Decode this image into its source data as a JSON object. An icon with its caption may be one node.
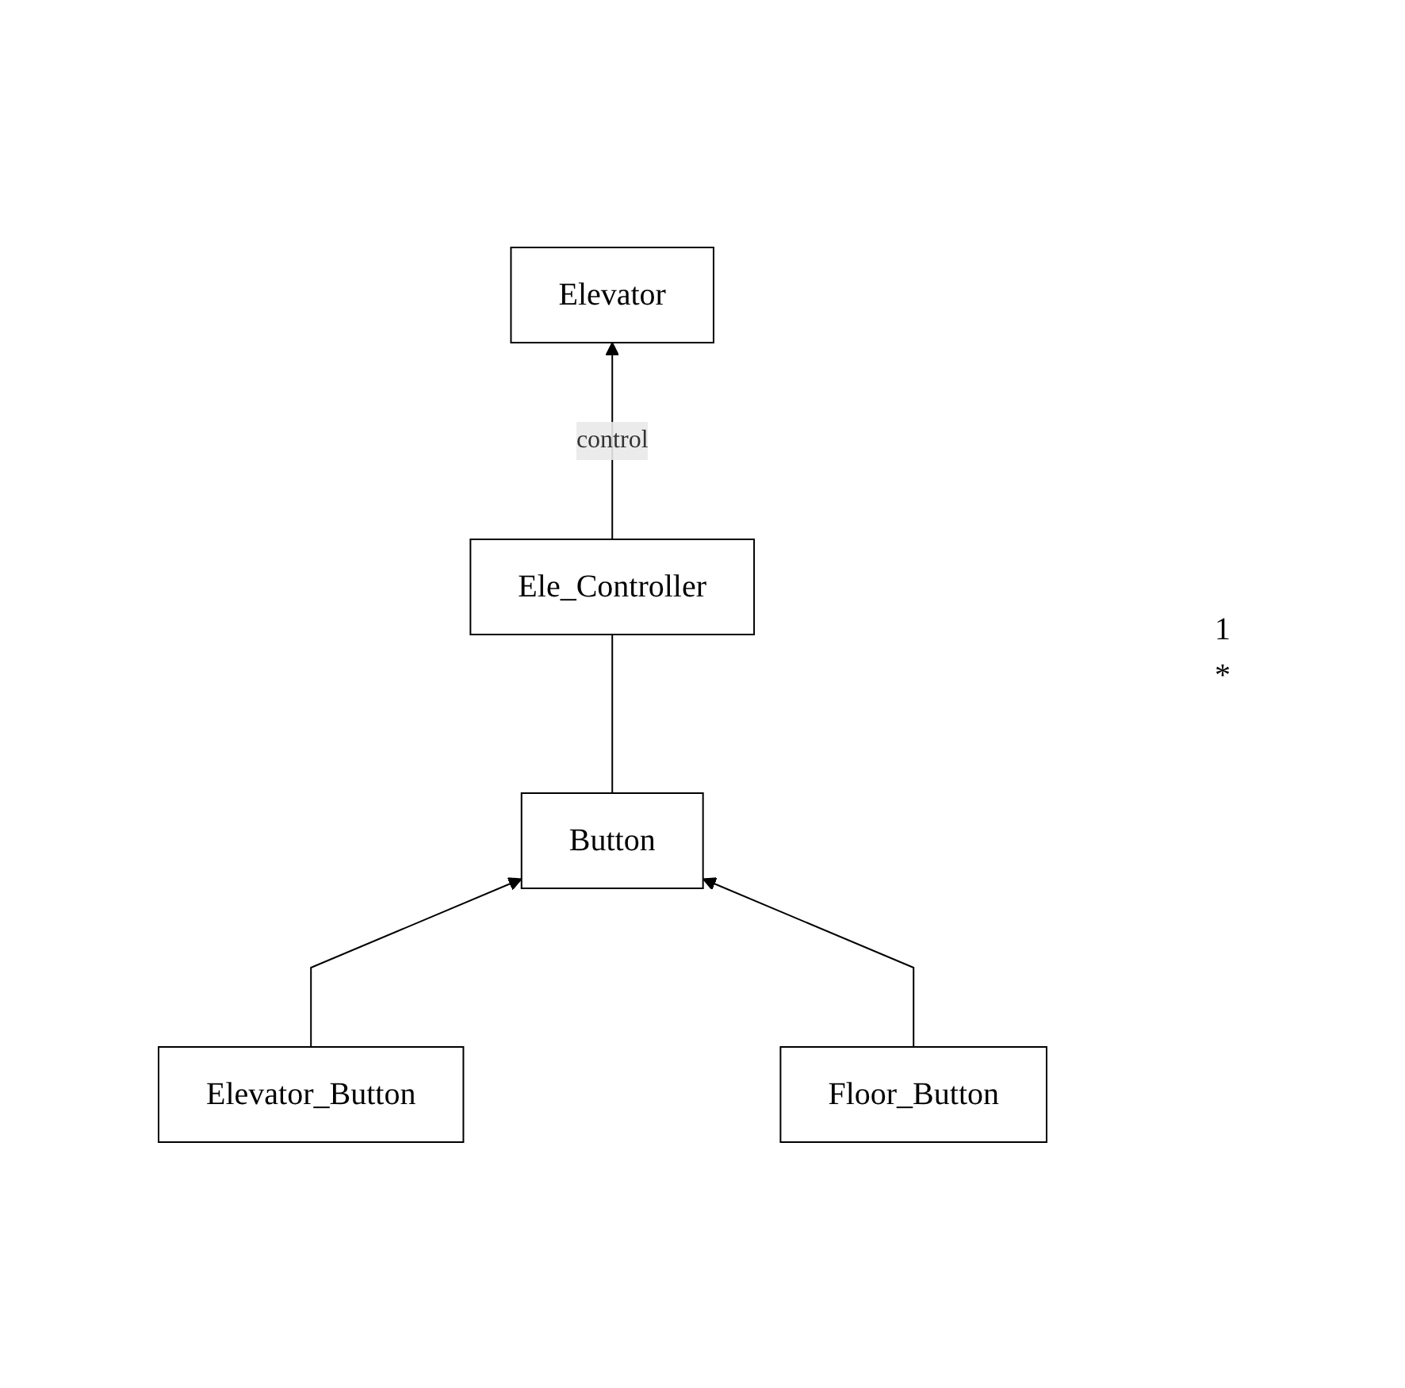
{
  "diagram": {
    "nodes": [
      {
        "text": [
          "Elevator"
        ]
      },
      {
        "text": [
          "Ele_Controller"
        ]
      },
      {
        "text": [
          "Button"
        ]
      },
      {
        "text": [
          "Elevator_Button"
        ]
      },
      {
        "text": [
          "Floor_Button"
        ]
      }
    ],
    "edges": [
      {
        "from": 1,
        "to": 0,
        "arrow": "to",
        "label": "control"
      },
      {
        "from": 1,
        "to": 2,
        "arrow": "none"
      },
      {
        "from": 3,
        "to": 2,
        "arrow": "to"
      },
      {
        "from": 4,
        "to": 2,
        "arrow": "to"
      }
    ],
    "labels": [
      "1",
      "*"
    ]
  }
}
